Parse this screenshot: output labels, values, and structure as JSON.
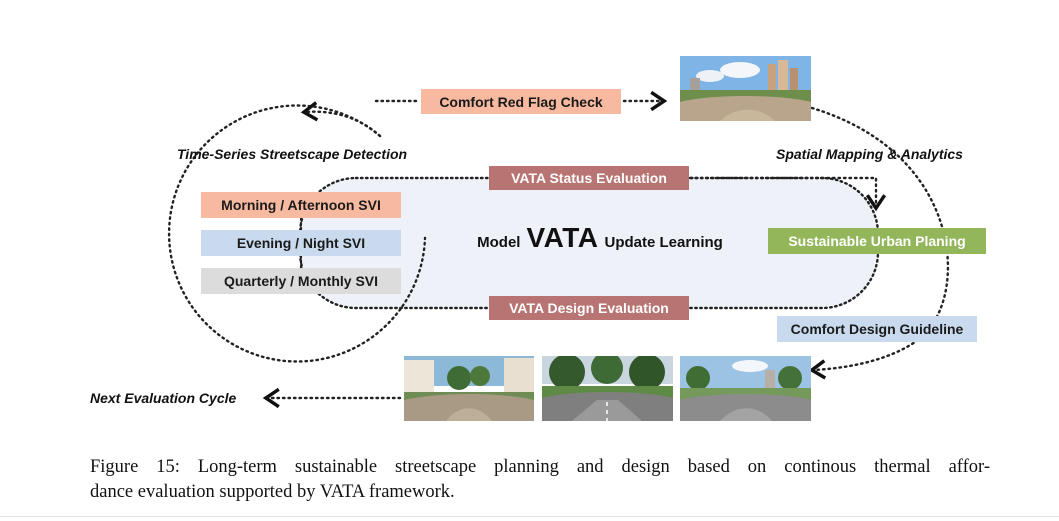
{
  "figure": {
    "boxes": {
      "comfort_red_flag": "Comfort Red Flag Check",
      "morning_afternoon": "Morning / Afternoon SVI",
      "evening_night": "Evening / Night SVI",
      "quarterly_monthly": "Quarterly / Monthly SVI",
      "vata_status": "VATA Status Evaluation",
      "vata_design": "VATA Design Evaluation",
      "sustainable_urban": "Sustainable Urban Planing",
      "comfort_design": "Comfort Design Guideline"
    },
    "labels": {
      "time_series": "Time-Series Streetscape Detection",
      "spatial_mapping": "Spatial Mapping & Analytics",
      "next_cycle": "Next Evaluation Cycle"
    },
    "center": {
      "model": "Model",
      "vata": "VATA",
      "update": "Update Learning"
    },
    "colors": {
      "orange": "#f7b9a0",
      "blue": "#c9daee",
      "gray": "#dcdcdc",
      "rose": "#b87472",
      "green": "#93b65b"
    }
  },
  "caption": {
    "line1": "Figure 15: Long-term sustainable streetscape planning and design based on continous thermal affor-",
    "line2": "dance evaluation supported by VATA framework."
  }
}
